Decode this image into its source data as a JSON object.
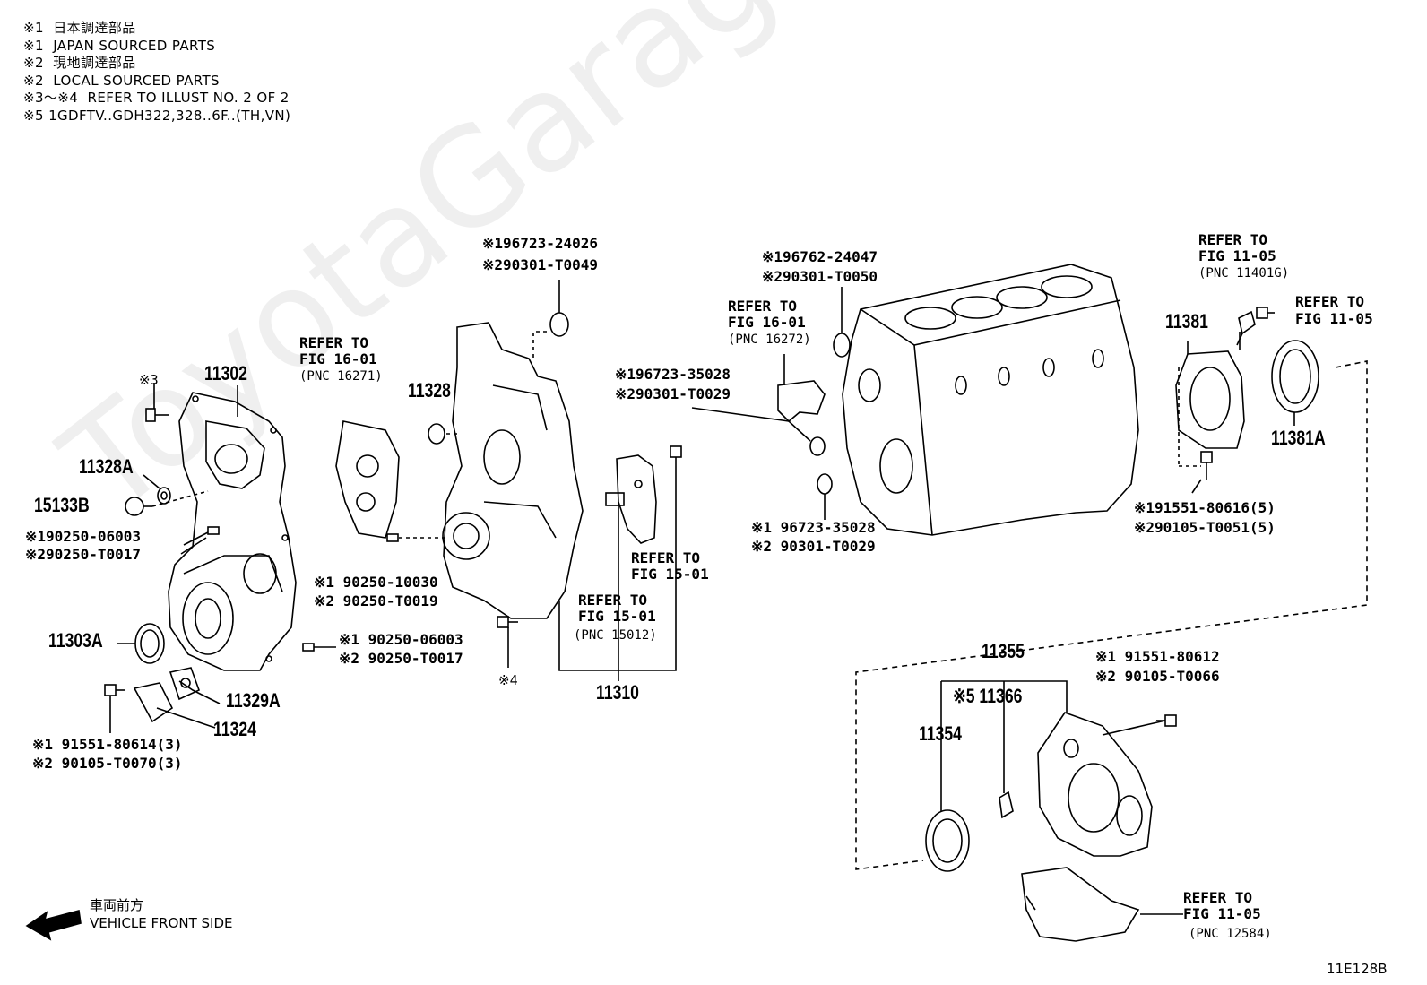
{
  "notes": [
    "※1  日本調達部品",
    "※1  JAPAN SOURCED PARTS",
    "※2  現地調達部品",
    "※2  LOCAL SOURCED PARTS",
    "※3～※4  REFER TO ILLUST NO. 2 OF 2",
    "※5 1GDFTV..GDH322,328..6F..(TH,VN)"
  ],
  "watermark": "ToyotaGarage.ru",
  "labels": {
    "p11302": "11302",
    "p11328A": "11328A",
    "p15133B": "15133B",
    "p11303A": "11303A",
    "p11329A": "11329A",
    "p11324": "11324",
    "p11328": "11328",
    "p11310": "11310",
    "p11381": "11381",
    "p11381A": "11381A",
    "p11355": "11355",
    "p11354": "11354",
    "p11366": "※5 11366",
    "ref3": "※3",
    "ref4": "※4",
    "c_90250_06003_a": "※190250-06003",
    "c_90250_T0017_a": "※290250-T0017",
    "c_91551_80614": "※1 91551-80614(3)",
    "c_90105_T0070": "※2 90105-T0070(3)",
    "c_90250_06003_b": "※1 90250-06003",
    "c_90250_T0017_b": "※2 90250-T0017",
    "c_90250_10030": "※1 90250-10030",
    "c_90250_T0019": "※2 90250-T0019",
    "c_96723_24026": "※196723-24026",
    "c_90301_T0049": "※290301-T0049",
    "c_96762_24047": "※196762-24047",
    "c_90301_T0050": "※290301-T0050",
    "c_96723_35028_a": "※196723-35028",
    "c_90301_T0029_a": "※290301-T0029",
    "c_96723_35028_b": "※1 96723-35028",
    "c_90301_T0029_b": "※2 90301-T0029",
    "c_91551_80616": "※191551-80616(5)",
    "c_90105_T0051": "※290105-T0051(5)",
    "c_91551_80612": "※1 91551-80612",
    "c_90105_T0066": "※2 90105-T0066",
    "refer_16271_a": "REFER TO",
    "refer_16271_b": "FIG 16-01",
    "refer_16271_c": "(PNC 16271)",
    "refer_16272_a": "REFER TO",
    "refer_16272_b": "FIG 16-01",
    "refer_16272_c": "(PNC 16272)",
    "refer_1501_a": "REFER TO",
    "refer_1501_b": "FIG 15-01",
    "refer_15012_a": "REFER TO",
    "refer_15012_b": "FIG 15-01",
    "refer_15012_c": "(PNC 15012)",
    "refer_11401G_a": "REFER TO",
    "refer_11401G_b": "FIG 11-05",
    "refer_11401G_c": "(PNC 11401G)",
    "refer_1105_a": "REFER TO",
    "refer_1105_b": "FIG 11-05",
    "refer_12584_a": "REFER TO",
    "refer_12584_b": "FIG 11-05",
    "refer_12584_c": "(PNC 12584)"
  },
  "front_side": {
    "jp": "車両前方",
    "en": "VEHICLE FRONT SIDE"
  },
  "figure_code": "11E128B"
}
